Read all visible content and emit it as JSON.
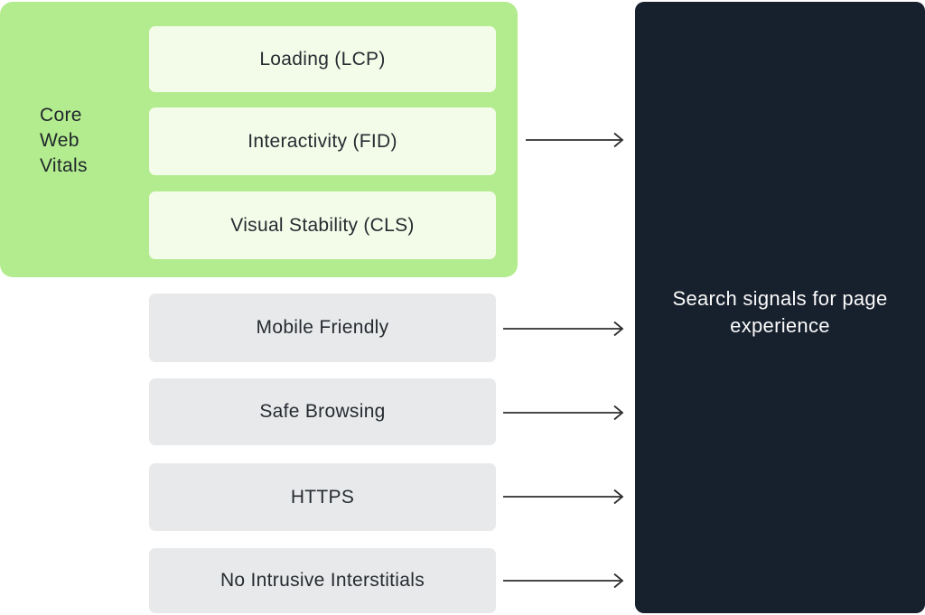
{
  "diagram": {
    "core_web_vitals": {
      "group_label": "Core Web Vitals",
      "items": [
        {
          "label": "Loading (LCP)"
        },
        {
          "label": "Interactivity (FID)"
        },
        {
          "label": "Visual Stability (CLS)"
        }
      ]
    },
    "other_signals": [
      {
        "label": "Mobile Friendly"
      },
      {
        "label": "Safe Browsing"
      },
      {
        "label": "HTTPS"
      },
      {
        "label": "No Intrusive Interstitials"
      }
    ],
    "result": {
      "label": "Search signals for page experience"
    }
  },
  "colors": {
    "group_bg": "#b3ec8e",
    "cwv_item_bg": "#f3fce9",
    "signal_item_bg": "#e8e9ea",
    "result_panel_bg": "#17202d",
    "arrow": "#2e2e2e",
    "text_dark": "#262b31",
    "text_light": "#fafafa",
    "page_bg": "#ffffff"
  }
}
